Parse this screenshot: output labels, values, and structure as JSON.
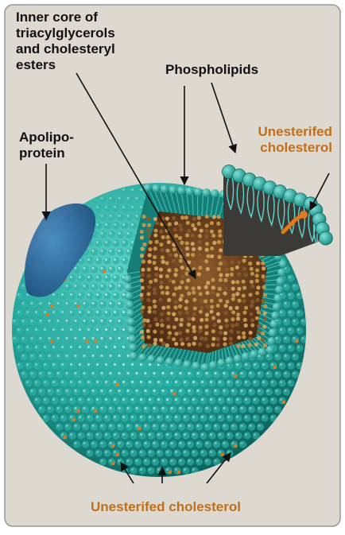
{
  "labels": {
    "inner_core_line1": "Inner core of",
    "inner_core_line2": "triacylglycerols",
    "inner_core_line3": "and cholesteryl",
    "inner_core_line4": "esters",
    "phospholipids": "Phospholipids",
    "apolipo_line1": "Apolipo-",
    "apolipo_line2": "protein",
    "unesterified_top_line1": "Unesterifed",
    "unesterified_top_line2": "cholesterol",
    "unesterified_bottom": "Unesterifed cholesterol"
  },
  "colors": {
    "panel": "#ddd8d0",
    "particle": "#2aa79e",
    "bead": "#7fd7cf",
    "core": "#6a4220",
    "apoprotein": "#2f6aa0",
    "cholesterol": "#e07a1f",
    "label_highlight": "#c0701c"
  }
}
